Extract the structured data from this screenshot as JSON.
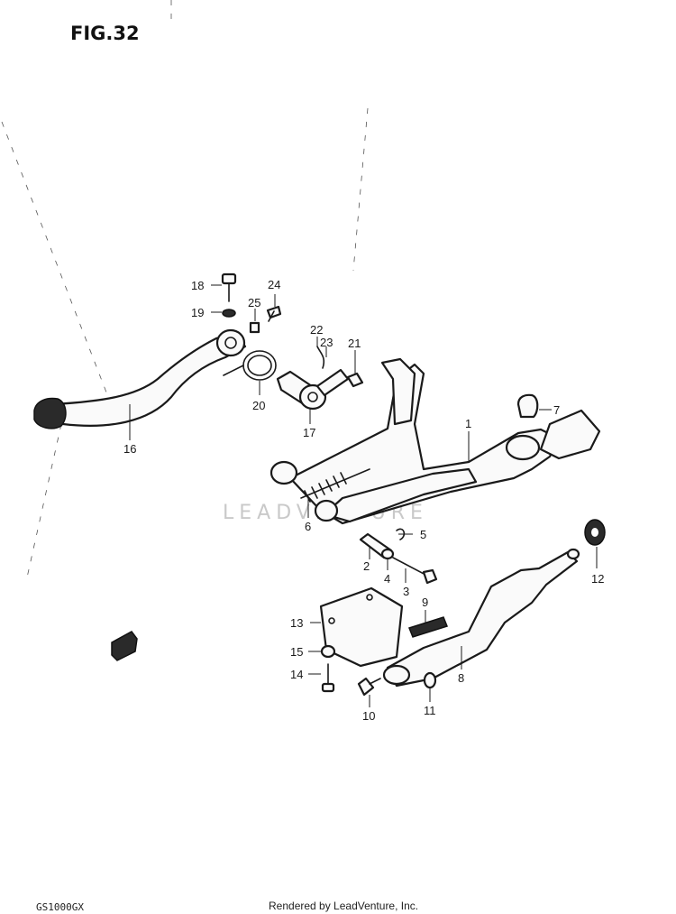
{
  "figure": {
    "title": "FIG.32"
  },
  "footer": {
    "model": "GS1000GX",
    "credit": "Rendered by LeadVenture, Inc."
  },
  "watermark": {
    "text": "LEADVENTURE"
  },
  "colors": {
    "ink": "#1a1a1a",
    "paper": "#ffffff",
    "watermark": "#c9c9c9"
  },
  "callouts": [
    {
      "id": "1",
      "label": "1"
    },
    {
      "id": "2",
      "label": "2"
    },
    {
      "id": "3",
      "label": "3"
    },
    {
      "id": "4",
      "label": "4"
    },
    {
      "id": "5",
      "label": "5"
    },
    {
      "id": "6",
      "label": "6"
    },
    {
      "id": "7",
      "label": "7"
    },
    {
      "id": "8",
      "label": "8"
    },
    {
      "id": "9",
      "label": "9"
    },
    {
      "id": "10",
      "label": "10"
    },
    {
      "id": "11",
      "label": "11"
    },
    {
      "id": "12",
      "label": "12"
    },
    {
      "id": "13",
      "label": "13"
    },
    {
      "id": "14",
      "label": "14"
    },
    {
      "id": "15",
      "label": "15"
    },
    {
      "id": "16",
      "label": "16"
    },
    {
      "id": "17",
      "label": "17"
    },
    {
      "id": "18",
      "label": "18"
    },
    {
      "id": "19",
      "label": "19"
    },
    {
      "id": "20",
      "label": "20"
    },
    {
      "id": "21",
      "label": "21"
    },
    {
      "id": "22",
      "label": "22"
    },
    {
      "id": "23",
      "label": "23"
    },
    {
      "id": "24",
      "label": "24"
    },
    {
      "id": "25",
      "label": "25"
    }
  ]
}
